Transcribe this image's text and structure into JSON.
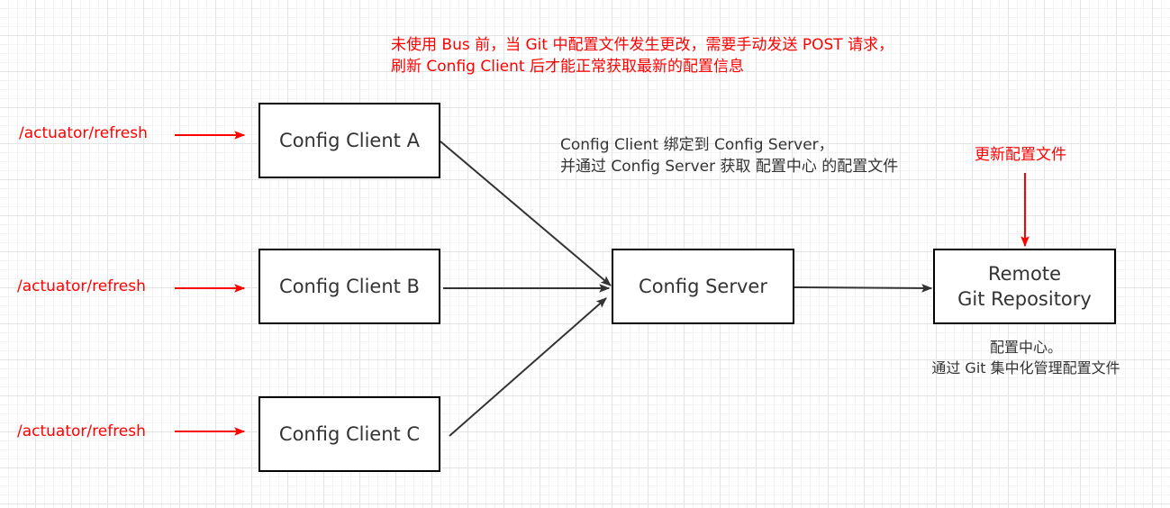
{
  "notes": {
    "top_line1": "未使用 Bus 前，当 Git 中配置文件发生更改，需要手动发送 POST 请求，",
    "top_line2": "刷新 Config Client 后才能正常获取最新的配置信息",
    "binding_line1": "Config Client 绑定到 Config Server，",
    "binding_line2": "并通过 Config Server 获取 配置中心 的配置文件",
    "update_label": "更新配置文件",
    "repo_desc_line1": "配置中心。",
    "repo_desc_line2": "通过 Git 集中化管理配置文件"
  },
  "refresh_labels": [
    "/actuator/refresh",
    "/actuator/refresh",
    "/actuator/refresh"
  ],
  "nodes": {
    "client_a": "Config Client A",
    "client_b": "Config Client B",
    "client_c": "Config Client C",
    "server": "Config Server",
    "repo_line1": "Remote",
    "repo_line2": "Git Repository"
  },
  "colors": {
    "annotation": "#ff0000",
    "edge": "#333333",
    "box_border": "#000000"
  }
}
